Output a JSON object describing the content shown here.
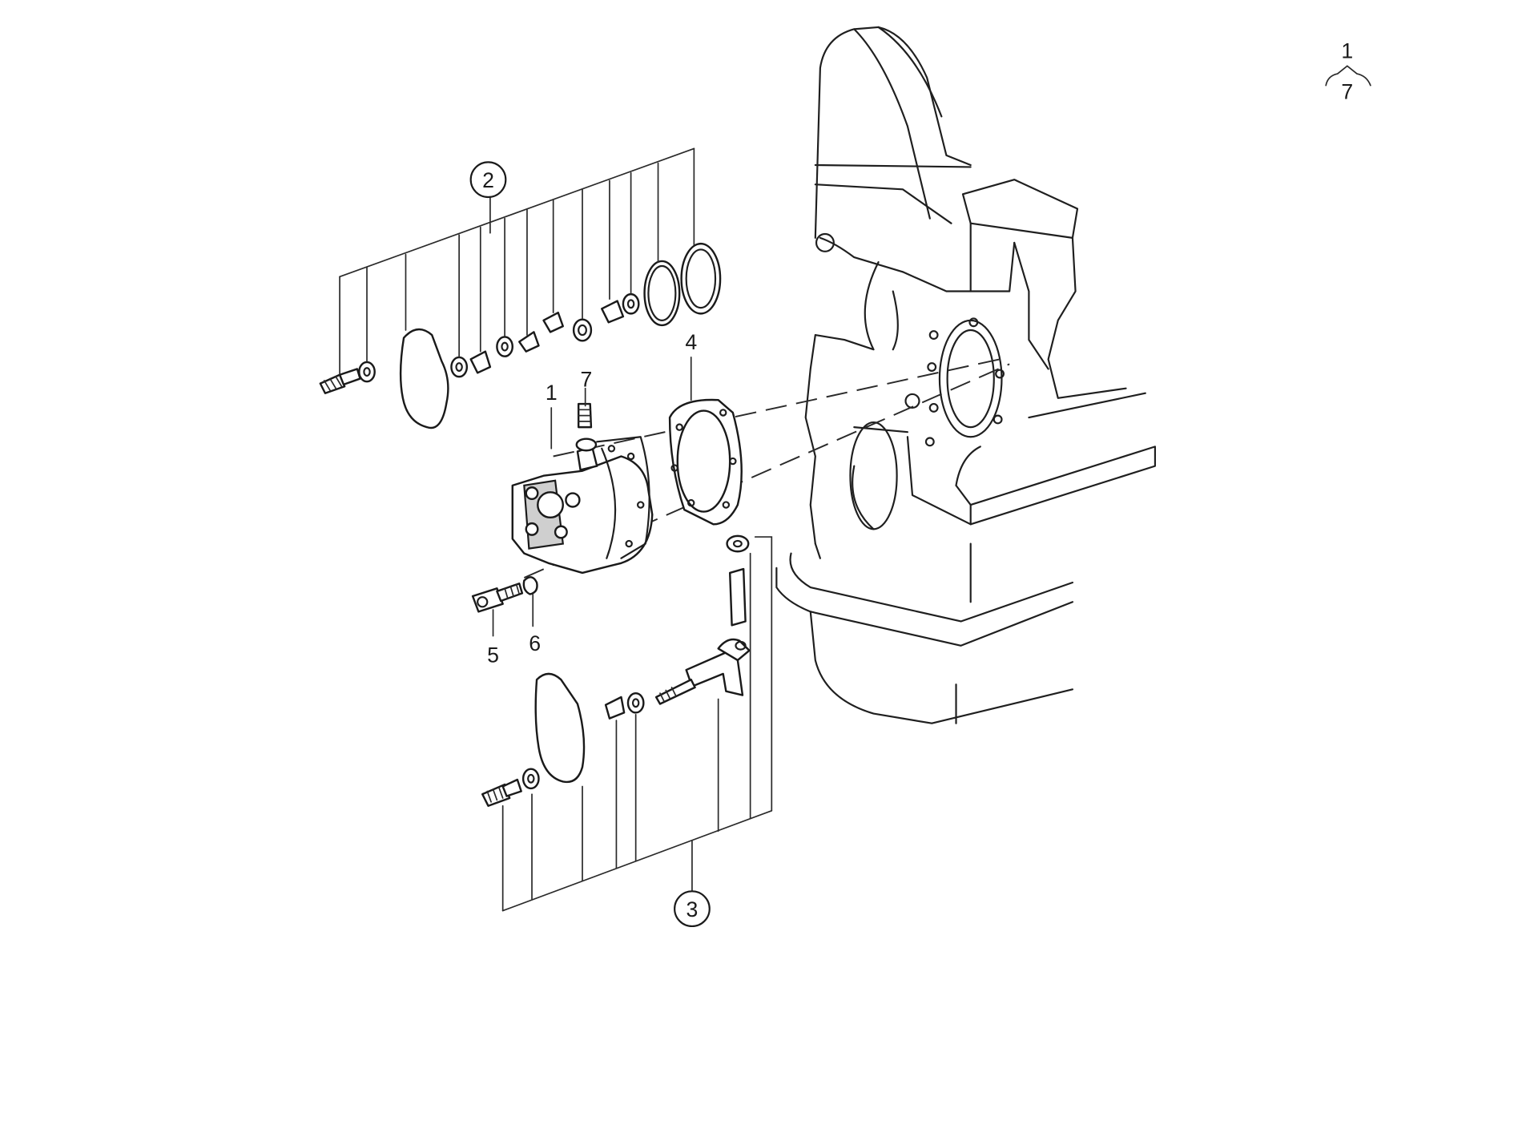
{
  "labels": {
    "part_1": "1",
    "part_4": "4",
    "part_5": "5",
    "part_6": "6",
    "part_7": "7",
    "group_2": "2",
    "group_3": "3"
  },
  "corner_ref": {
    "top": "1",
    "bottom": "7"
  },
  "colors": {
    "line": "#1a1a1a",
    "background": "#ffffff",
    "shading": "#cfcfcf"
  }
}
